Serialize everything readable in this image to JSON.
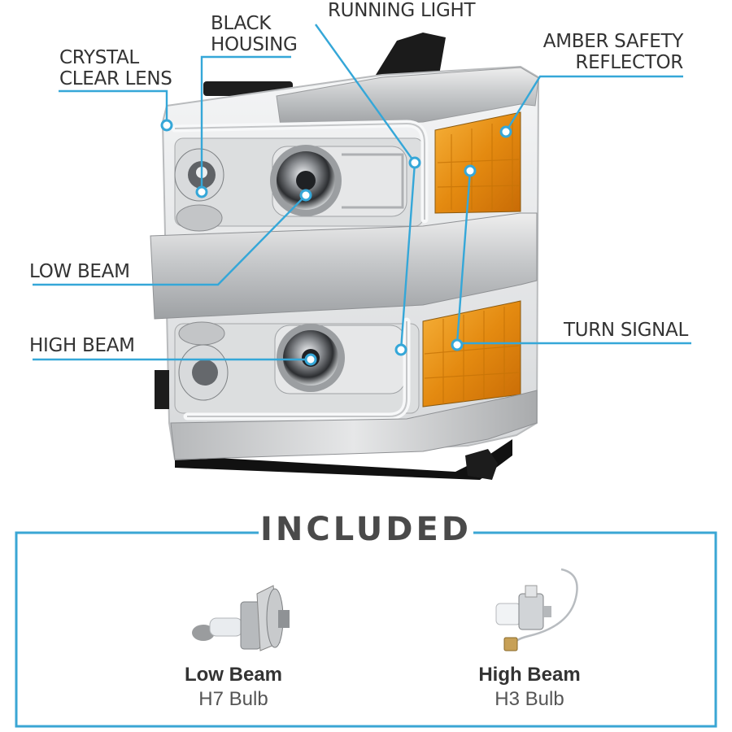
{
  "callouts": {
    "crystal_clear_lens": [
      "CRYSTAL",
      "CLEAR LENS"
    ],
    "black_housing": [
      "BLACK",
      "HOUSING"
    ],
    "running_light": [
      "RUNNING LIGHT"
    ],
    "amber_safety_reflector": [
      "AMBER SAFETY",
      "REFLECTOR"
    ],
    "low_beam": [
      "LOW BEAM"
    ],
    "high_beam": [
      "HIGH BEAM"
    ],
    "turn_signal": [
      "TURN SIGNAL"
    ]
  },
  "included": {
    "title": "INCLUDED",
    "items": [
      {
        "name": "Low Beam",
        "bulb": "H7 Bulb",
        "icon": "h7-bulb-icon"
      },
      {
        "name": "High Beam",
        "bulb": "H3 Bulb",
        "icon": "h3-bulb-icon"
      }
    ]
  },
  "colors": {
    "callout_line": "#35a7d8",
    "amber": "#e88a12",
    "chrome": "#c9cbcd",
    "frame": "#3aa6d4"
  }
}
